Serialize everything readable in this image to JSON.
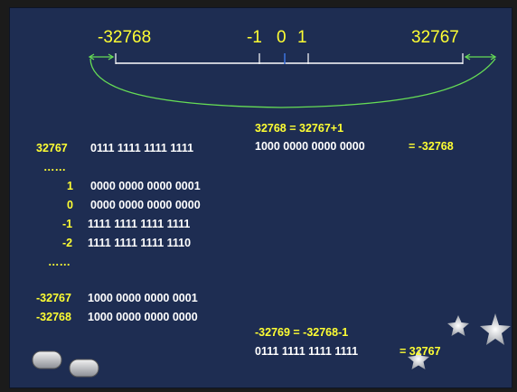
{
  "number_line": {
    "min_label": "-32768",
    "minus_one": "-1",
    "zero": "0",
    "plus_one": "1",
    "max_label": "32767"
  },
  "overflow_top": {
    "equation": "32768 = 32767+1",
    "binary": "1000 0000 0000 0000",
    "result": "= -32768"
  },
  "table": {
    "rows": [
      {
        "decimal": "32767",
        "binary": "0111 1111 1111 1111"
      },
      {
        "decimal": "……",
        "binary": ""
      },
      {
        "decimal": "1",
        "binary": "0000 0000 0000 0001"
      },
      {
        "decimal": "0",
        "binary": "0000 0000 0000 0000"
      },
      {
        "decimal": "-1",
        "binary": "1111 1111 1111 1111"
      },
      {
        "decimal": "-2",
        "binary": "1111 1111 1111 1110"
      },
      {
        "decimal": "……",
        "binary": ""
      },
      {
        "decimal": "-32767",
        "binary": "1000 0000 0000 0001"
      },
      {
        "decimal": "-32768",
        "binary": "1000 0000 0000 0000"
      }
    ]
  },
  "overflow_bottom": {
    "equation": "-32769 = -32768-1",
    "binary": "0111 1111 1111 1111",
    "result": "= 32767"
  },
  "colors": {
    "background": "#1e2d52",
    "highlight": "#ffff33",
    "text": "#ffffff",
    "arrow": "#66dd55",
    "zero_tick": "#3a6fd8"
  }
}
